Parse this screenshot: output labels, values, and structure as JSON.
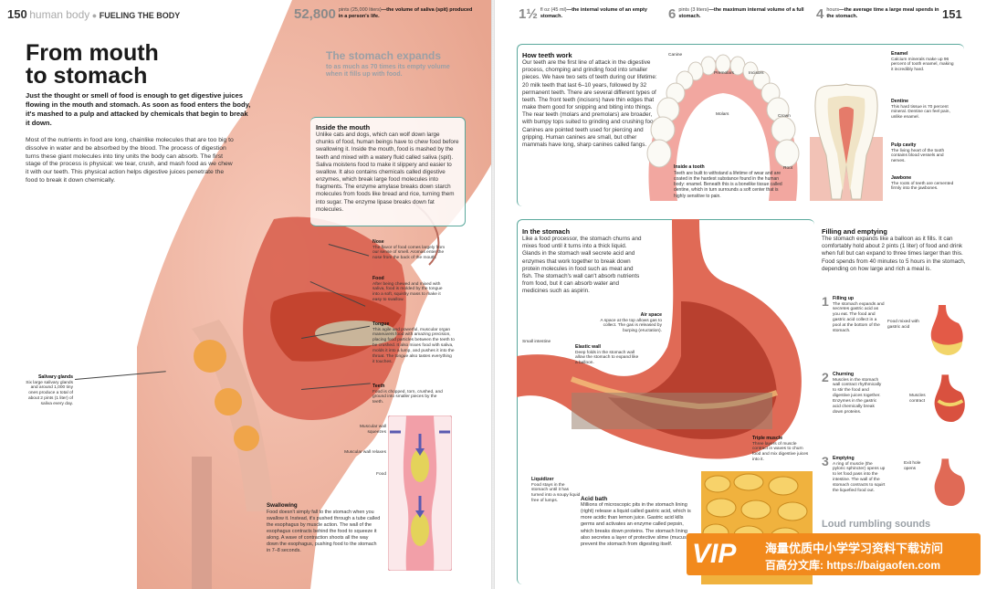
{
  "left": {
    "page_number": "150",
    "section": "human body",
    "chapter": "FUELING THE BODY",
    "fact": {
      "value": "52,800",
      "unit": "pints (25,000 liters)",
      "text": "—the volume of saliva (spit) produced in a person's life."
    },
    "title_line1": "From mouth",
    "title_line2": "to stomach",
    "intro": "Just the thought or smell of food is enough to get digestive juices flowing in the mouth and stomach. As soon as food enters the body, it's mashed to a pulp and attacked by chemicals that begin to break it down.",
    "body": "Most of the nutrients in food are long, chainlike molecules that are too big to dissolve in water and be absorbed by the blood. The process of digestion turns these giant molecules into tiny units the body can absorb. The first stage of the process is physical: we tear, crush, and mash food as we chew it with our teeth. This physical action helps digestive juices penetrate the food to break it down chemically.",
    "callout_title": "The stomach expands",
    "callout_sub": "to as much as 70 times its empty volume when it fills up with food.",
    "mouth_head": "Inside the mouth",
    "mouth_text": "Unlike cats and dogs, which can wolf down large chunks of food, human beings have to chew food before swallowing it. Inside the mouth, food is mashed by the teeth and mixed with a watery fluid called saliva (spit). Saliva moistens food to make it slippery and easier to swallow. It also contains chemicals called digestive enzymes, which break large food molecules into fragments. The enzyme amylase breaks down starch molecules from foods like bread and rice, turning them into sugar. The enzyme lipase breaks down fat molecules.",
    "labels": {
      "nose_h": "Nose",
      "nose_t": "The flavor of food comes largely from our sense of smell. Aromas enter the nose from the back of the mouth.",
      "food_h": "Food",
      "food_t": "After being chewed and mixed with saliva, food is molded by the tongue into a soft, squishy mass to make it easy to swallow.",
      "tongue_h": "Tongue",
      "tongue_t": "This agile and powerful, muscular organ maneuvers food with amazing precision, placing food particles between the teeth to be crushed. It also mixes food with saliva, molds it into a lump, and pushes it into the throat. The tongue also tastes everything it touches.",
      "teeth_h": "Teeth",
      "teeth_t": "Food is chopped, torn, crushed, and ground into smaller pieces by the teeth.",
      "salivary_h": "Salivary glands",
      "salivary_t": "Six large salivary glands and around 1,000 tiny ones produce a total of about 2 pints (1 liter) of saliva every day.",
      "sq": "Muscular wall squeezes",
      "rel": "Muscular wall relaxes",
      "fd": "Food"
    },
    "swallow_head": "Swallowing",
    "swallow_text": "Food doesn't simply fall to the stomach when you swallow it. Instead, it's pushed through a tube called the esophagus by muscle action. The wall of the esophagus contracts behind the food to squeeze it along. A wave of contraction shoots all the way down the esophagus, pushing food to the stomach in 7–8 seconds."
  },
  "right": {
    "page_number": "151",
    "facts": [
      {
        "value": "1½",
        "unit": "fl oz (45 ml)",
        "text": "—the internal volume of an empty stomach."
      },
      {
        "value": "6",
        "unit": "pints (3 liters)",
        "text": "—the maximum internal volume of a full stomach."
      },
      {
        "value": "4",
        "unit": "hours",
        "text": "—the average time a large meal spends in the stomach."
      }
    ],
    "teeth_head": "How teeth work",
    "teeth_text": "Our teeth are the first line of attack in the digestive process, chomping and grinding food into smaller pieces. We have two sets of teeth during our lifetime: 20 milk teeth that last 6–10 years, followed by 32 permanent teeth. There are several different types of teeth. The front teeth (incisors) have thin edges that make them good for snipping and biting into things. The rear teeth (molars and premolars) are broader, with bumpy tops suited to grinding and crushing food. Canines are pointed teeth used for piercing and gripping. Human canines are small, but other mammals have long, sharp canines called fangs.",
    "tooth_labels": {
      "canine": "Canine",
      "premolars": "Premolars",
      "incisors": "Incisors",
      "molars": "Molars",
      "crown": "Crown",
      "root": "Root",
      "enamel_h": "Enamel",
      "enamel_t": "Calcium minerals make up 96 percent of tooth enamel, making it incredibly hard.",
      "dentine_h": "Dentine",
      "dentine_t": "This hard tissue is 70 percent mineral. Dentine can feel pain, unlike enamel.",
      "pulp_h": "Pulp cavity",
      "pulp_t": "The living heart of the tooth contains blood vessels and nerves.",
      "jaw_h": "Jawbone",
      "jaw_t": "The roots of teeth are cemented firmly into the jawbones.",
      "inside_h": "Inside a tooth",
      "inside_t": "Teeth are built to withstand a lifetime of wear and are coated in the hardest substance found in the human body: enamel. Beneath this is a bonelike tissue called dentine, which in turn surrounds a soft center that is highly sensitive to pain."
    },
    "stomach_head": "In the stomach",
    "stomach_text": "Like a food processor, the stomach churns and mixes food until it turns into a thick liquid. Glands in the stomach wall secrete acid and enzymes that work together to break down protein molecules in food such as meat and fish. The stomach's wall can't absorb nutrients from food, but it can absorb water and medicines such as aspirin.",
    "stomach_labels": {
      "air_h": "Air space",
      "air_t": "A space at the top allows gas to collect. The gas is released by burping (eructation).",
      "small": "Small intestine",
      "elastic_h": "Elastic wall",
      "elastic_t": "Deep folds in the stomach wall allow the stomach to expand like a balloon.",
      "triple_h": "Triple muscle",
      "triple_t": "Three layers of muscle contract in waves to churn food and mix digestive juices into it.",
      "liq_h": "Liquidizer",
      "liq_t": "Food stays in the stomach until it has turned into a soupy liquid free of lumps."
    },
    "acid_head": "Acid bath",
    "acid_text": "Millions of microscopic pits in the stomach lining (right) release a liquid called gastric acid, which is more acidic than lemon juice. Gastric acid kills germs and activates an enzyme called pepsin, which breaks down proteins. The stomach lining also secretes a layer of protective slime (mucus) to prevent the stomach from digesting itself.",
    "fill_head": "Filling and emptying",
    "fill_text": "The stomach expands like a balloon as it fills. It can comfortably hold about 2 pints (1 liter) of food and drink when full but can expand to three times larger than this. Food spends from 40 minutes to 5 hours in the stomach, depending on how large and rich a meal is.",
    "steps": [
      {
        "n": "1",
        "h": "Filling up",
        "t": "The stomach expands and secretes gastric acid as you eat. The food and gastric acid collect in a pool at the bottom of the stomach.",
        "lab": "Food mixed with gastric acid"
      },
      {
        "n": "2",
        "h": "Churning",
        "t": "Muscles in the stomach wall contract rhythmically to stir the food and digestive juices together. Enzymes in the gastric acid chemically break down proteins.",
        "lab": "Muscles contract"
      },
      {
        "n": "3",
        "h": "Emptying",
        "t": "A ring of muscle (the pyloric sphincter) opens up to let food pass into the intestine. The wall of the stomach contracts to squirt the liquefied food out.",
        "lab": "Exit hole opens"
      }
    ],
    "loud": "Loud rumbling sounds"
  },
  "watermark": {
    "vip": "VIP",
    "line1": "海量优质中小学学习资料下载访问",
    "line2": "百高分文库: https://baigaofen.com"
  },
  "colors": {
    "teal": "#5aa89c",
    "flesh": "#e58f80",
    "muscle": "#c8503c",
    "orange": "#f28a1d"
  }
}
